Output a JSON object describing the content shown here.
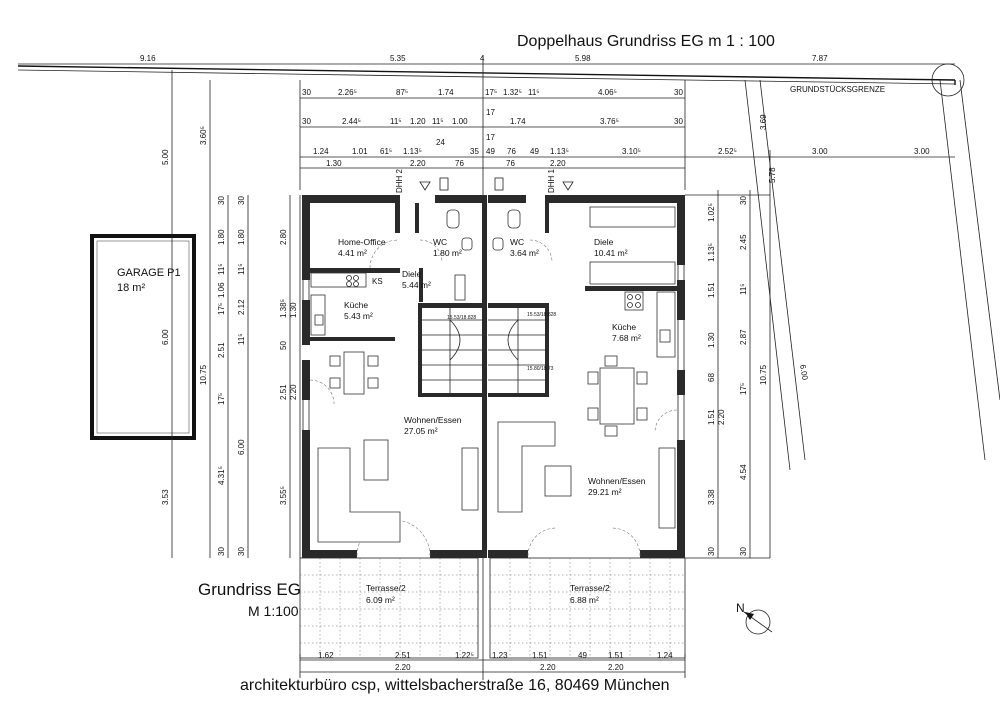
{
  "title": "Doppelhaus Grundriss EG m 1 : 100",
  "subtitle_line1": "Grundriss EG",
  "subtitle_line2": "M 1:100",
  "footer": "architekturbüro csp, wittelsbacherstraße 16, 80469 München",
  "property_line_label": "GRUNDSTÜCKSGRENZE",
  "north_label": "N",
  "garage": {
    "name": "GARAGE P1",
    "area": "18 m²"
  },
  "rooms": {
    "home_office": {
      "name": "Home-Office",
      "area": "4.41 m²"
    },
    "diele_left": {
      "name": "Diele",
      "area": "5.44 m²"
    },
    "wc_left": {
      "name": "WC",
      "area": "1.80 m²"
    },
    "kueche_left": {
      "name": "Küche",
      "area": "5.43 m²"
    },
    "wohnen_left": {
      "name": "Wohnen/Essen",
      "area": "27.05 m²"
    },
    "terrasse_left": {
      "name": "Terrasse/2",
      "area": "6.09 m²"
    },
    "wc_right": {
      "name": "WC",
      "area": "3.64 m²"
    },
    "diele_right": {
      "name": "Diele",
      "area": "10.41 m²"
    },
    "kueche_right": {
      "name": "Küche",
      "area": "7.68 m²"
    },
    "wohnen_right": {
      "name": "Wohnen/Essen",
      "area": "29.21 m²"
    },
    "terrasse_right": {
      "name": "Terrasse/2",
      "area": "6.88 m²"
    }
  },
  "labels": {
    "ks": "KS",
    "dhh2": "DHH 2",
    "dhh1": "DHH 1",
    "stair_left": "15.53/18.828",
    "stair_right": "15.53/18.828",
    "stair_right_lower": "15.80/18.73"
  },
  "dims_top": {
    "row1": [
      "9.16",
      "5.35",
      "4",
      "5.98",
      "7.87"
    ],
    "row2": [
      "30",
      "2.26⁵",
      "87⁵",
      "1.74",
      "17⁵",
      "1.32⁵",
      "11⁵",
      "4.06⁵",
      "30"
    ],
    "row3": [
      "30",
      "2.44⁵",
      "11⁵",
      "1.20",
      "11⁵",
      "1.00",
      "17",
      "1.74",
      "3.76⁵",
      "30"
    ],
    "row4": [
      "1.24",
      "1.01",
      "61⁵",
      "1.13⁵",
      "24",
      "35",
      "17",
      "49",
      "76",
      "49",
      "1.13⁵",
      "3.10⁵",
      "2.52⁵",
      "3.00",
      "3.00"
    ],
    "row5": [
      "1.30",
      "2.20",
      "76",
      "76",
      "2.20"
    ]
  },
  "dims_left": {
    "outer": [
      "5.00",
      "3.60⁵",
      "6.00",
      "3.53"
    ],
    "house_total": "10.75",
    "col_a": [
      "30",
      "1.80",
      "11⁵",
      "1.06",
      "17⁵",
      "2.51",
      "17⁵",
      "4.31⁵",
      "30"
    ],
    "col_b": [
      "30",
      "1.80",
      "11⁵",
      "2.12",
      "11⁵",
      "6.00",
      "30"
    ],
    "col_c": [
      "2.80",
      "1.38⁵",
      "1.30",
      "50",
      "2.51",
      "2.20",
      "3.55⁵"
    ]
  },
  "dims_right": {
    "col_a": [
      "1.02⁵",
      "1.13⁵",
      "1.51",
      "1.30",
      "68",
      "1.51",
      "2.20",
      "3.38",
      "30"
    ],
    "col_b": [
      "30",
      "2.45",
      "11⁵",
      "2.87",
      "17⁵",
      "4.54",
      "30"
    ],
    "total": "10.75",
    "diag": "6.00",
    "upper": [
      "3.69",
      "5.78"
    ]
  },
  "dims_bottom": {
    "row1": [
      "1.62",
      "2.51",
      "1.22⁵",
      "1.23",
      "1.51",
      "49",
      "1.51",
      "1.24"
    ],
    "row2": [
      "2.20",
      "2.20",
      "2.20"
    ]
  }
}
